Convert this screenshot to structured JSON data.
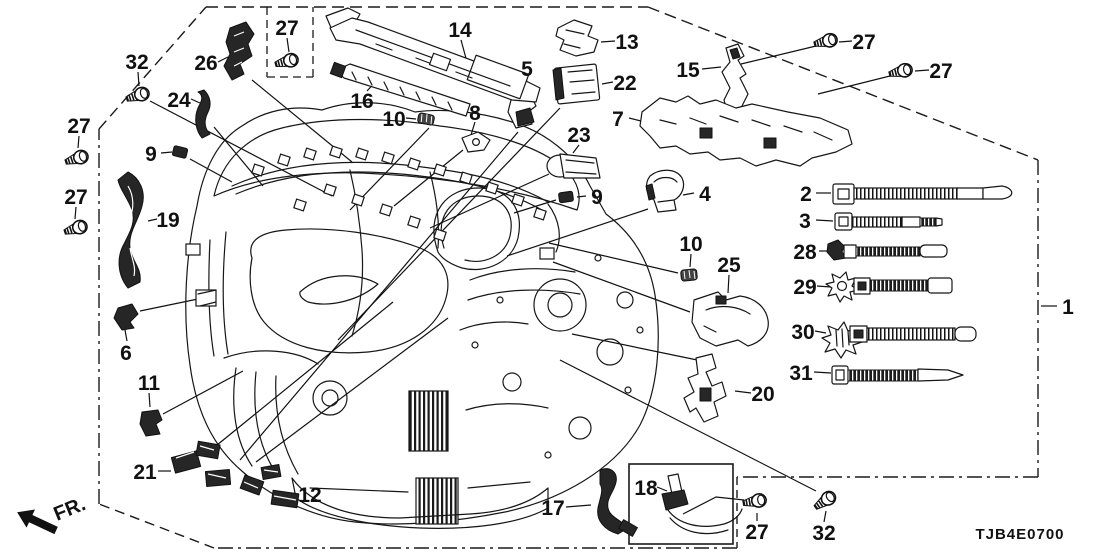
{
  "diagram": {
    "code": "TJB4E0700",
    "fr_label": "FR.",
    "callouts": [
      {
        "label": "27"
      },
      {
        "label": "32"
      },
      {
        "label": "26"
      },
      {
        "label": "24"
      },
      {
        "label": "14"
      },
      {
        "label": "16"
      },
      {
        "label": "10"
      },
      {
        "label": "8"
      },
      {
        "label": "5"
      },
      {
        "label": "13"
      },
      {
        "label": "22"
      },
      {
        "label": "23"
      },
      {
        "label": "7"
      },
      {
        "label": "15"
      },
      {
        "label": "27"
      },
      {
        "label": "27"
      },
      {
        "label": "27"
      },
      {
        "label": "9"
      },
      {
        "label": "27"
      },
      {
        "label": "19"
      },
      {
        "label": "9"
      },
      {
        "label": "4"
      },
      {
        "label": "2"
      },
      {
        "label": "3"
      },
      {
        "label": "10"
      },
      {
        "label": "28"
      },
      {
        "label": "25"
      },
      {
        "label": "29"
      },
      {
        "label": "6"
      },
      {
        "label": "30"
      },
      {
        "label": "11"
      },
      {
        "label": "31"
      },
      {
        "label": "1"
      },
      {
        "label": "20"
      },
      {
        "label": "21"
      },
      {
        "label": "12"
      },
      {
        "label": "17"
      },
      {
        "label": "18"
      },
      {
        "label": "27"
      },
      {
        "label": "32"
      }
    ]
  }
}
